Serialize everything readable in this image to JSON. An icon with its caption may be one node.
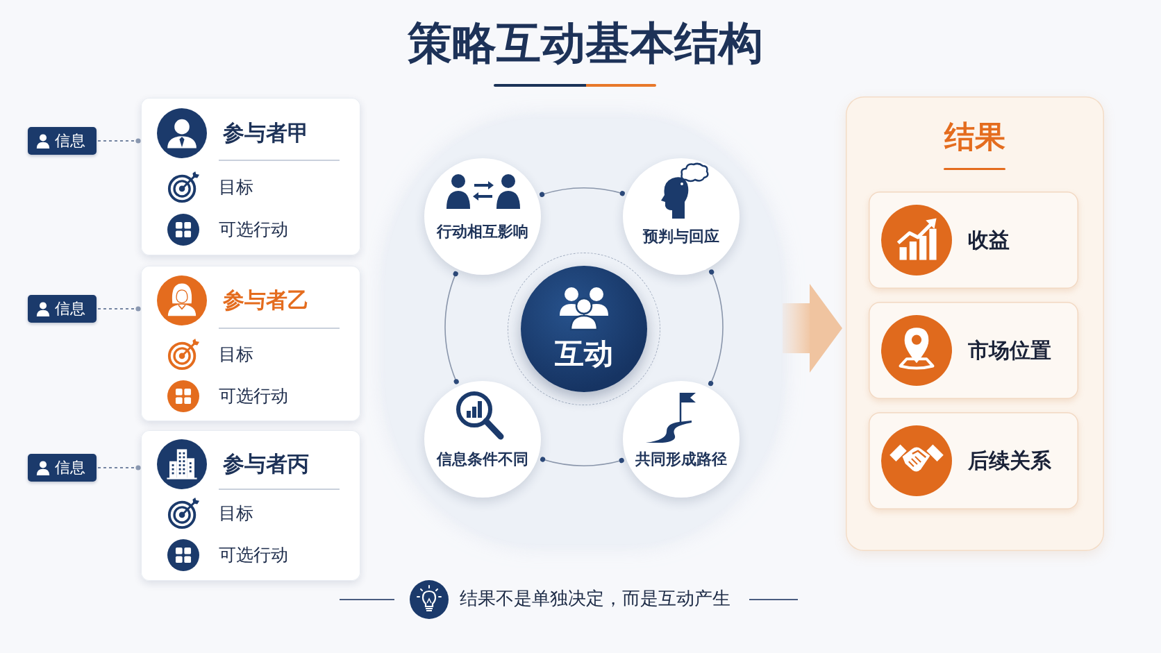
{
  "diagram": {
    "title": "策略互动基本结构",
    "nodes": [
      {
        "text": [
          "信息"
        ]
      },
      {
        "text": [
          "参与者甲",
          "目标",
          "可选行动"
        ]
      },
      {
        "text": [
          "信息"
        ]
      },
      {
        "text": [
          "参与者乙",
          "目标",
          "可选行动"
        ]
      },
      {
        "text": [
          "信息"
        ]
      },
      {
        "text": [
          "参与者丙",
          "目标",
          "可选行动"
        ]
      },
      {
        "text": [],
        "shape": "box"
      },
      {
        "text": [
          "行动相互影响"
        ],
        "in": 6
      },
      {
        "text": [
          "预判与回应"
        ],
        "in": 6
      },
      {
        "text": [
          "互动"
        ],
        "in": 6
      },
      {
        "text": [
          "信息条件不同"
        ],
        "in": 6
      },
      {
        "text": [
          "共同形成路径"
        ],
        "in": 6
      },
      {
        "text": [
          "结果"
        ]
      },
      {
        "text": [
          "收益"
        ],
        "in": 12
      },
      {
        "text": [
          "市场位置"
        ],
        "in": 12
      },
      {
        "text": [
          "后续关系"
        ],
        "in": 12
      }
    ],
    "edges": [
      {
        "from": 0,
        "to": 1,
        "arrow": "other",
        "style": "dashed"
      },
      {
        "from": 2,
        "to": 3,
        "arrow": "other",
        "style": "dashed"
      },
      {
        "from": 4,
        "to": 5,
        "arrow": "other",
        "style": "dashed"
      },
      {
        "from": 7,
        "to": 8,
        "arrow": "other"
      },
      {
        "from": 8,
        "to": 11,
        "arrow": "other"
      },
      {
        "from": 11,
        "to": 10,
        "arrow": "other"
      },
      {
        "from": 10,
        "to": 7,
        "arrow": "other"
      },
      {
        "from": 6,
        "to": 12,
        "arrow": "to",
        "style": "thick",
        "color": "#f0c4a0"
      }
    ],
    "caption": "结果不是单独决定，而是互动产生"
  }
}
